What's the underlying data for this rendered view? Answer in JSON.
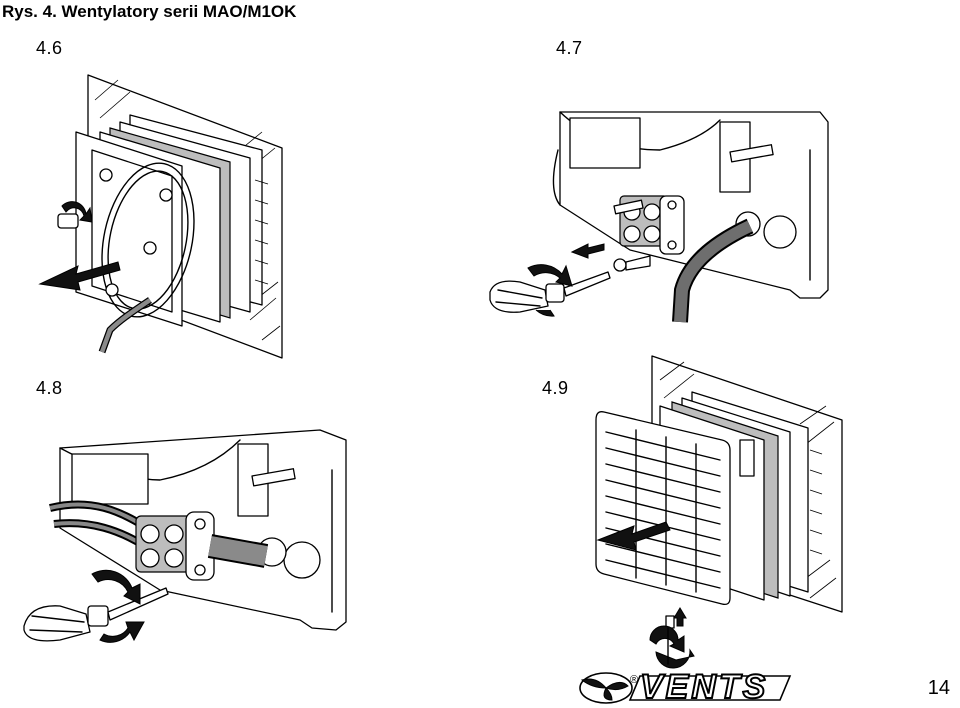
{
  "title": "Rys. 4. Wentylatory serii MAO/M1OK",
  "panels": [
    {
      "label": "4.6"
    },
    {
      "label": "4.7"
    },
    {
      "label": "4.8"
    },
    {
      "label": "4.9"
    }
  ],
  "logo": {
    "text": "VENTS",
    "registered": "®"
  },
  "page_number": "14",
  "icons": [
    "fan-logo-icon",
    "rotate-arrow-icon",
    "push-arrow-icon",
    "screwdriver-icon"
  ]
}
